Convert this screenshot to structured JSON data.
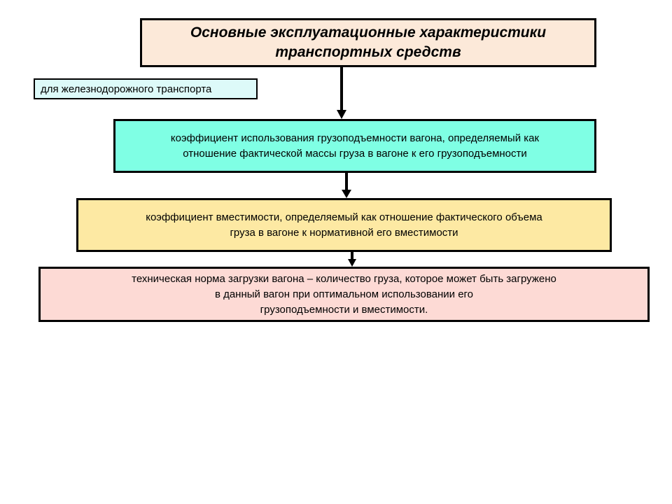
{
  "colors": {
    "title_fill": "#FCE9D9",
    "railway_label_fill": "#DDFAF9",
    "box1_fill": "#7FFFE4",
    "box2_fill": "#FDE9A3",
    "box3_fill": "#FDDAD5",
    "border": "#000000"
  },
  "title": {
    "line1": "Основные эксплуатационные характеристики",
    "line2": "транспортных средств"
  },
  "railway_label": "для железнодорожного транспорта",
  "boxes": {
    "box1": {
      "line1": "коэффициент использования грузоподъемности вагона, определяемый как",
      "line2": "отношение фактической массы груза в вагоне к его грузоподъемности"
    },
    "box2": {
      "line1": "коэффициент вместимости, определяемый как отношение фактического объема",
      "line2": "груза в вагоне к нормативной его вместимости"
    },
    "box3": {
      "line1": "техническая норма загрузки вагона – количество груза, которое может быть загружено",
      "line2": "в данный вагон при оптимальном использовании его",
      "line3": "грузоподъемности и вместимости."
    }
  }
}
